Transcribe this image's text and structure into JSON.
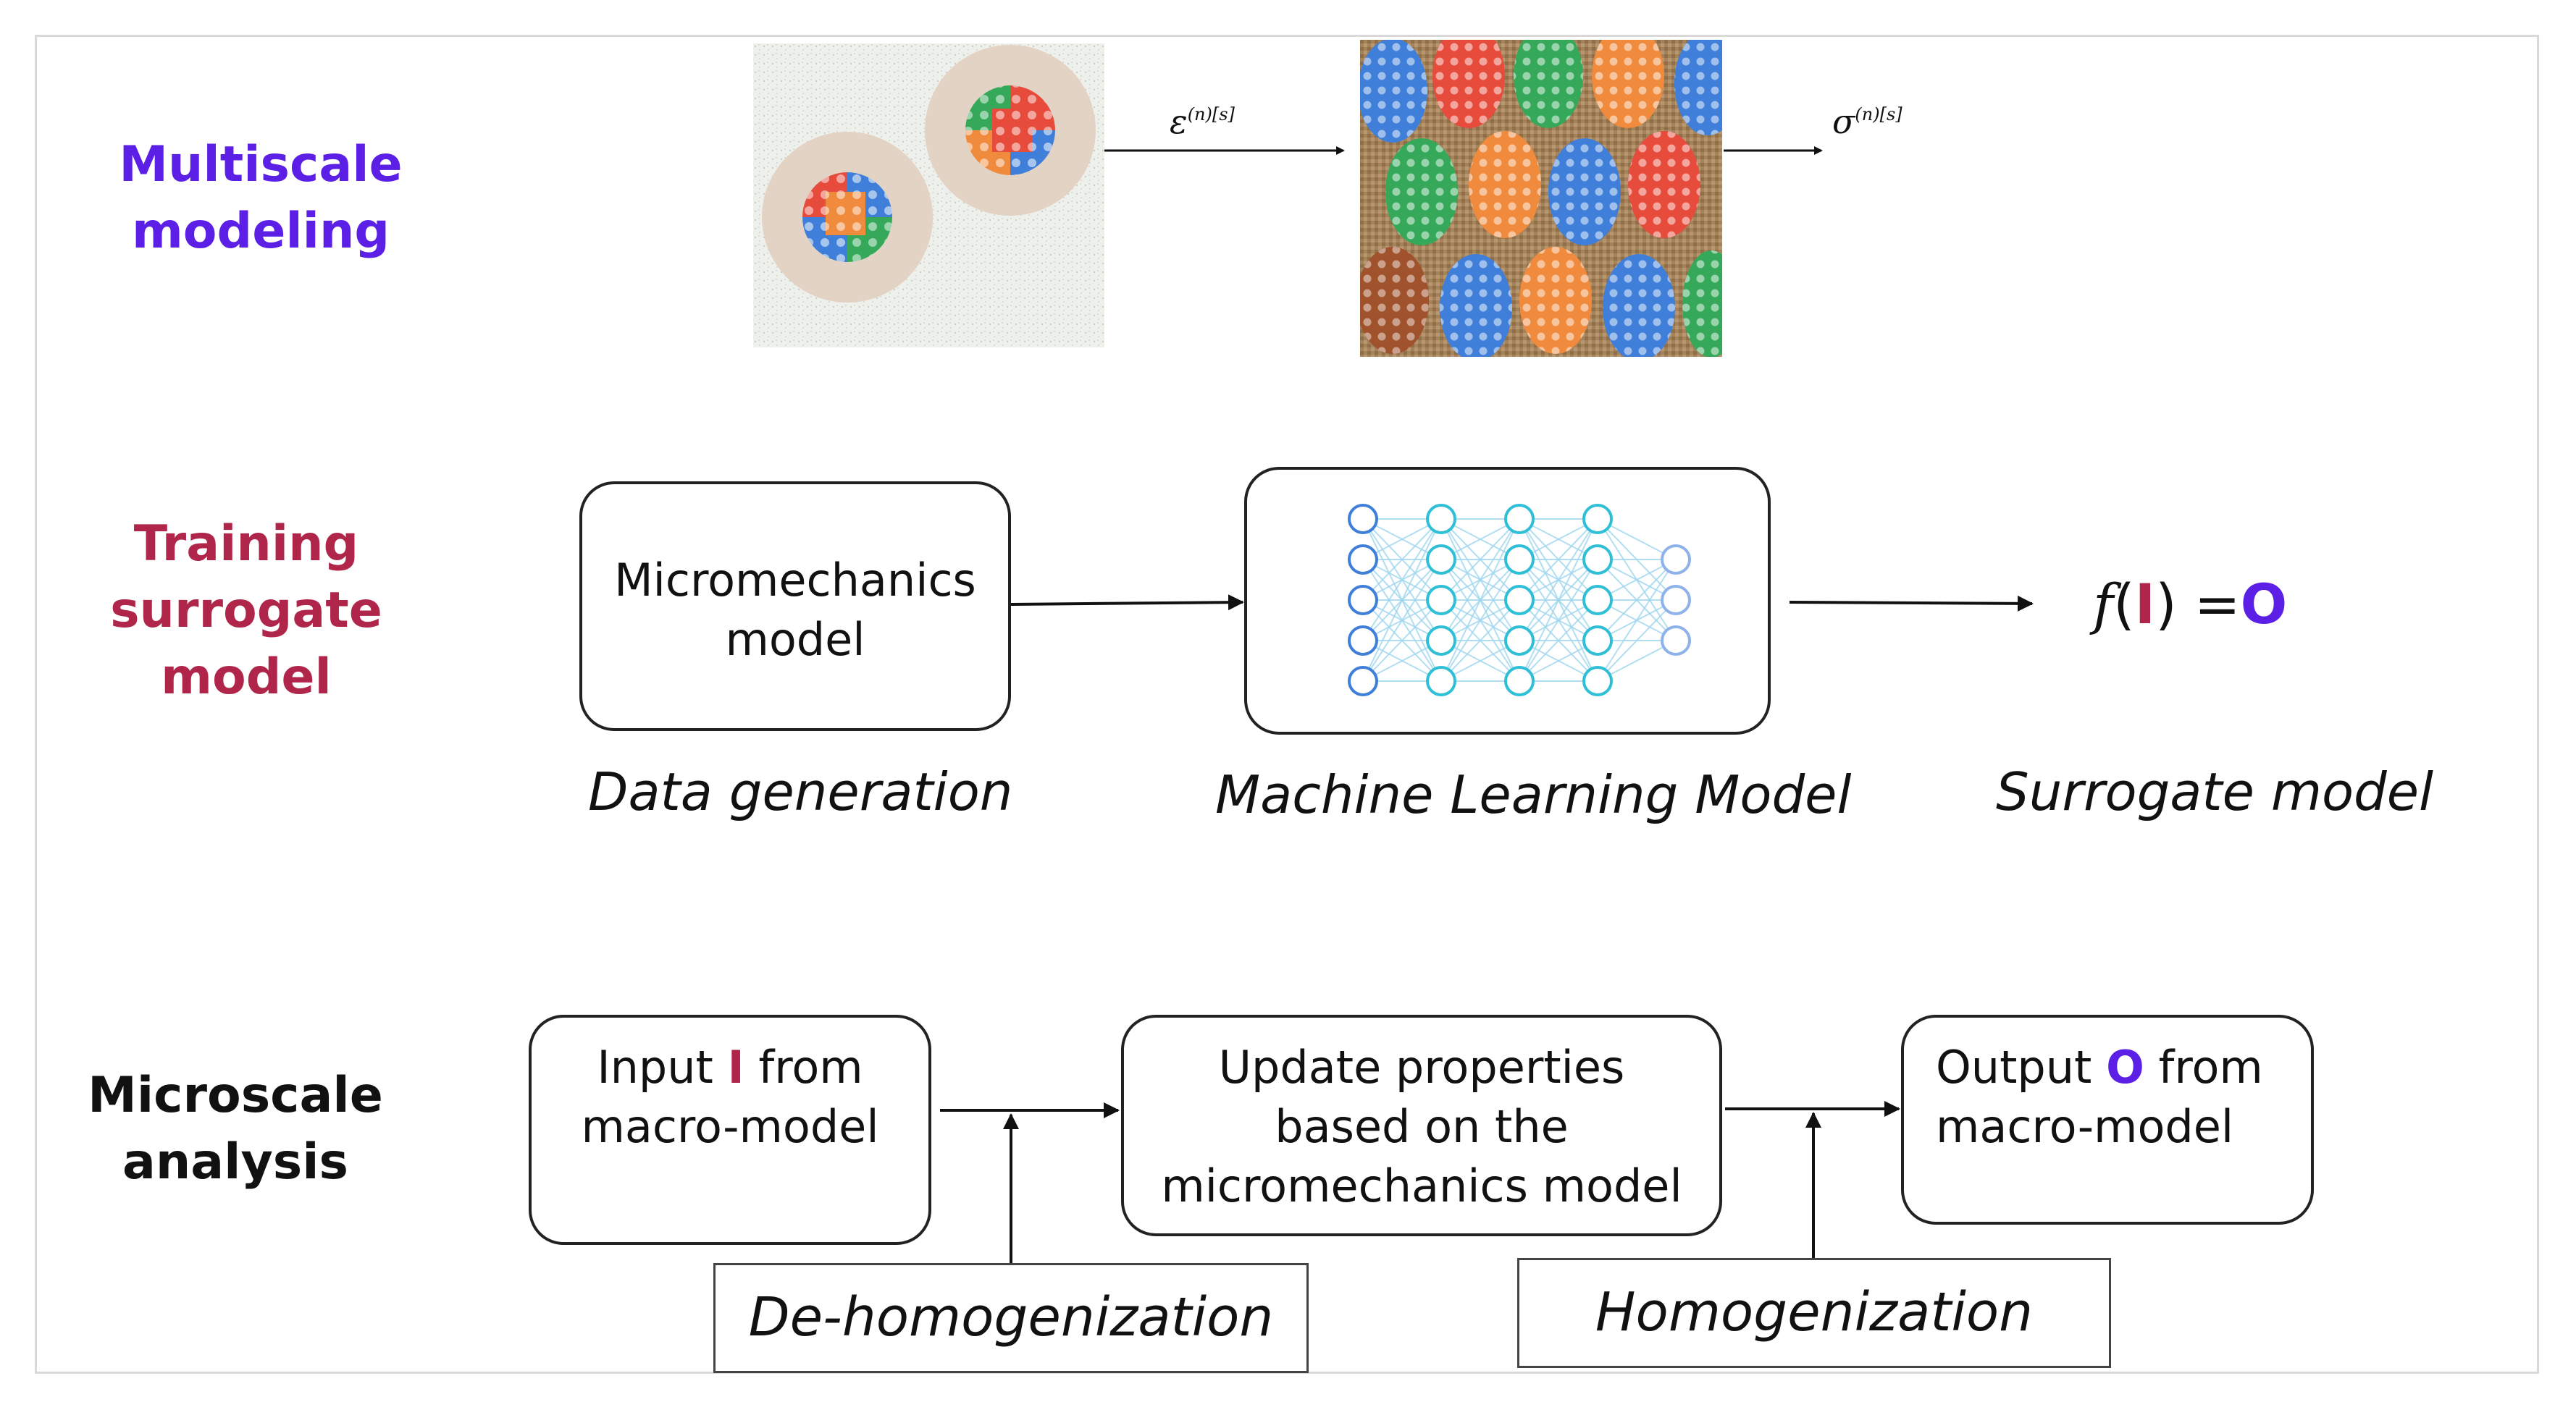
{
  "sections": {
    "multiscale": {
      "title_line1": "Multiscale",
      "title_line2": "modeling",
      "color": "#5b1fe6"
    },
    "training": {
      "title_line1": "Training",
      "title_line2": "surrogate",
      "title_line3": "model",
      "color": "#b0254a"
    },
    "microscale": {
      "title_line1": "Microscale",
      "title_line2": "analysis",
      "color": "#111111"
    }
  },
  "multiscale_row": {
    "strain_base": "ε",
    "strain_sup": "(n)[s]",
    "stress_base": "σ",
    "stress_sup": "(n)[s]",
    "macro_panel_icon": "composite-macro-image",
    "micro_panel_icon": "fiber-rve-image",
    "fiber_colors": [
      "#3f7fd9",
      "#e64b3c",
      "#f08a3c",
      "#35a85a",
      "#a0522d"
    ]
  },
  "training_row": {
    "micromechanics_line1": "Micromechanics",
    "micromechanics_line2": "model",
    "data_caption": "Data generation",
    "ml_caption": "Machine Learning Model",
    "surrogate_caption": "Surrogate model",
    "formula": {
      "f": "f",
      "open": "(",
      "input": "I",
      "close": ")",
      "equals": " =",
      "output": "O"
    },
    "nn_icon": "neural-network-icon",
    "nn_layer_sizes": [
      5,
      5,
      5,
      5,
      3
    ]
  },
  "microscale_row": {
    "input_part1": "Input ",
    "input_symbol": "I",
    "input_part2": " from",
    "input_line2": "macro-model",
    "update_line1": "Update properties",
    "update_line2": "based on the",
    "update_line3": "micromechanics model",
    "output_part1": "Output ",
    "output_symbol": "O",
    "output_part2": " from",
    "output_line2": "macro-model",
    "dehomog_label": "De-homogenization",
    "homog_label": "Homogenization"
  },
  "colors": {
    "input_color": "#b0254a",
    "output_color": "#5b1fe6"
  }
}
